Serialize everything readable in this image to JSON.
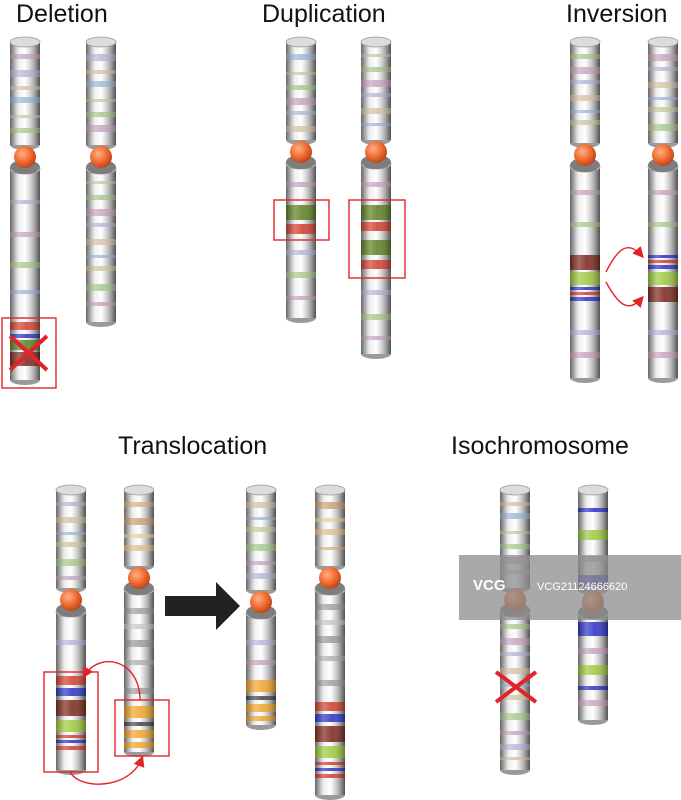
{
  "titles": {
    "deletion": "Deletion",
    "duplication": "Duplication",
    "inversion": "Inversion",
    "translocation": "Translocation",
    "isochromosome": "Isochromosome"
  },
  "watermark": {
    "logo": "VCG",
    "code": "VCG21124666620"
  },
  "colors": {
    "body": "#cdcdcd",
    "centromere": "#f26b2f",
    "highlight_box": "#e2242a",
    "arrow": "#222222",
    "band_red": "#d23b2a",
    "band_green": "#5a7d1c",
    "band_light_green": "#9cc93c",
    "band_blue": "#2a2fc4",
    "band_brown": "#7a2418",
    "band_orange": "#f2a32a",
    "band_tan": "#e3c090"
  }
}
